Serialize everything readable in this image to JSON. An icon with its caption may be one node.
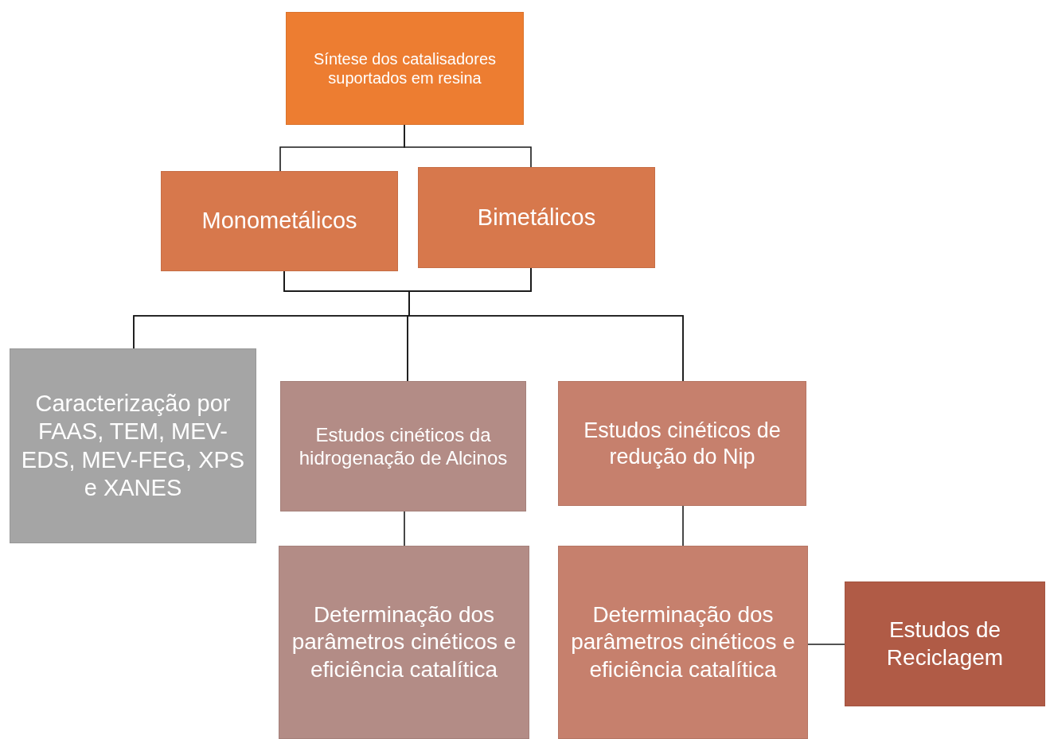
{
  "diagram": {
    "nodes": [
      {
        "text": [
          "Síntese dos catalisadores suportados em resina"
        ]
      },
      {
        "text": [
          "Monometálicos"
        ]
      },
      {
        "text": [
          "Bimetálicos"
        ]
      },
      {
        "text": [
          "Caracterização por FAAS, TEM, MEV-EDS, MEV-FEG, XPS e XANES"
        ]
      },
      {
        "text": [
          "Estudos cinéticos da hidrogenação de Alcinos"
        ]
      },
      {
        "text": [
          "Estudos cinéticos de redução do Nip"
        ]
      },
      {
        "text": [
          "Determinação dos parâmetros cinéticos e eficiência catalítica"
        ]
      },
      {
        "text": [
          "Determinação dos parâmetros cinéticos e eficiência catalítica"
        ]
      },
      {
        "text": [
          "Estudos de Reciclagem"
        ]
      }
    ],
    "edges": [
      {
        "from": 0,
        "to": 1,
        "arrow": "none"
      },
      {
        "from": 0,
        "to": 2,
        "arrow": "none"
      },
      {
        "from": 1,
        "to": 3,
        "arrow": "none"
      },
      {
        "from": 1,
        "to": 4,
        "arrow": "none"
      },
      {
        "from": 1,
        "to": 5,
        "arrow": "none"
      },
      {
        "from": 2,
        "to": 3,
        "arrow": "none"
      },
      {
        "from": 2,
        "to": 4,
        "arrow": "none"
      },
      {
        "from": 2,
        "to": 5,
        "arrow": "none"
      },
      {
        "from": 4,
        "to": 6,
        "arrow": "none"
      },
      {
        "from": 5,
        "to": 7,
        "arrow": "none"
      },
      {
        "from": 7,
        "to": 8,
        "arrow": "none"
      }
    ]
  }
}
